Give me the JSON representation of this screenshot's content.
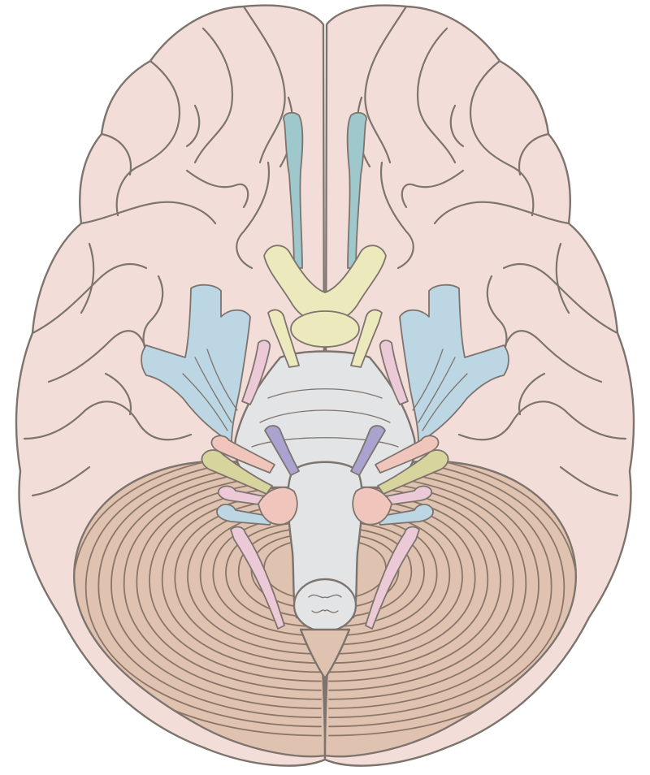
{
  "colors": {
    "cerebrum": "#f2ddd9",
    "cerebellum": "#e0c2b0",
    "brainstem": "#e2e4e6",
    "olfactory": "#9ec8cc",
    "optic": "#ece9bd",
    "vessels": "#bcd6e4",
    "pink_nerves": "#ecc9d6",
    "salmon_nerves": "#f0c6bc",
    "olive_nerves": "#d8d49e",
    "purple_nerves": "#aaa2cf",
    "outline": "#7d746e"
  },
  "regions": [
    {
      "name": "left-cerebral-hemisphere"
    },
    {
      "name": "right-cerebral-hemisphere"
    },
    {
      "name": "cerebellum"
    },
    {
      "name": "brainstem"
    },
    {
      "name": "olfactory-tracts"
    },
    {
      "name": "optic-chiasm"
    },
    {
      "name": "cranial-nerves"
    }
  ]
}
